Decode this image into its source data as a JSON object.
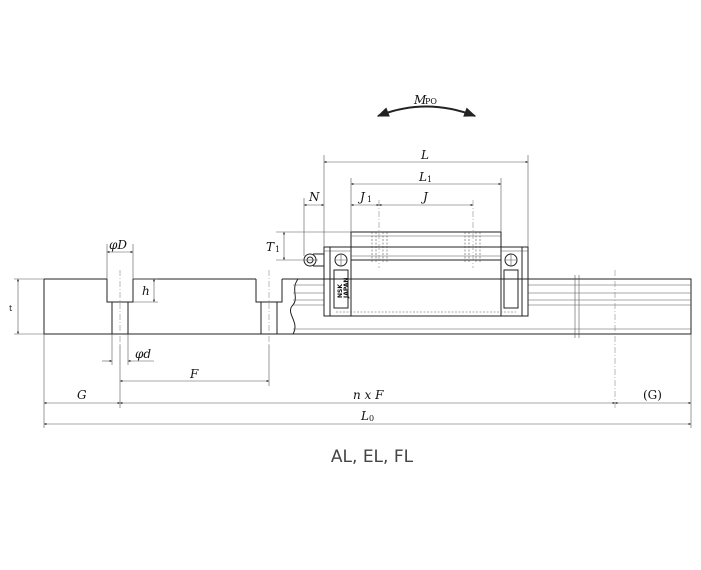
{
  "diagram": {
    "caption": "AL, EL, FL",
    "moment": {
      "main": "M",
      "sub": "PO"
    },
    "dimensions": {
      "L": {
        "main": "L",
        "sub": ""
      },
      "L1": {
        "main": "L",
        "sub": "1"
      },
      "J1": {
        "main": "J",
        "sub": "1"
      },
      "J": {
        "main": "J",
        "sub": ""
      },
      "N": {
        "main": "N",
        "sub": ""
      },
      "T1": {
        "main": "T",
        "sub": "1"
      },
      "phiD": "φD",
      "h": "h",
      "phid": "φd",
      "F": "F",
      "G": "G",
      "nxF": "n x F",
      "G_paren": "(G)",
      "L0": {
        "main": "L",
        "sub": "0"
      },
      "H_left": "t"
    },
    "logo": {
      "line1": "NSK",
      "line2": "JAPAN"
    }
  }
}
